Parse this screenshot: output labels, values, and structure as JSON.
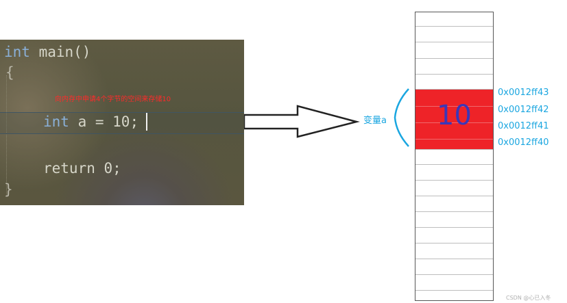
{
  "code": {
    "lines": [
      {
        "keyword": "int",
        "rest": " main()"
      },
      {
        "text": "{"
      },
      {
        "keyword": "int",
        "rest": " a = 10;"
      },
      {
        "text": "return 0;"
      },
      {
        "text": "}"
      }
    ],
    "comment": "向内存中申请4个字节的空间来存储10"
  },
  "diagram": {
    "variable_label": "变量a",
    "memory_value": "10",
    "addresses": [
      "0x0012ff43",
      "0x0012ff42",
      "0x0012ff41",
      "0x0012ff40"
    ],
    "highlight_color": "#ee2328",
    "accent_color": "#1aa6e0"
  },
  "watermark": "CSDN @心已入冬"
}
